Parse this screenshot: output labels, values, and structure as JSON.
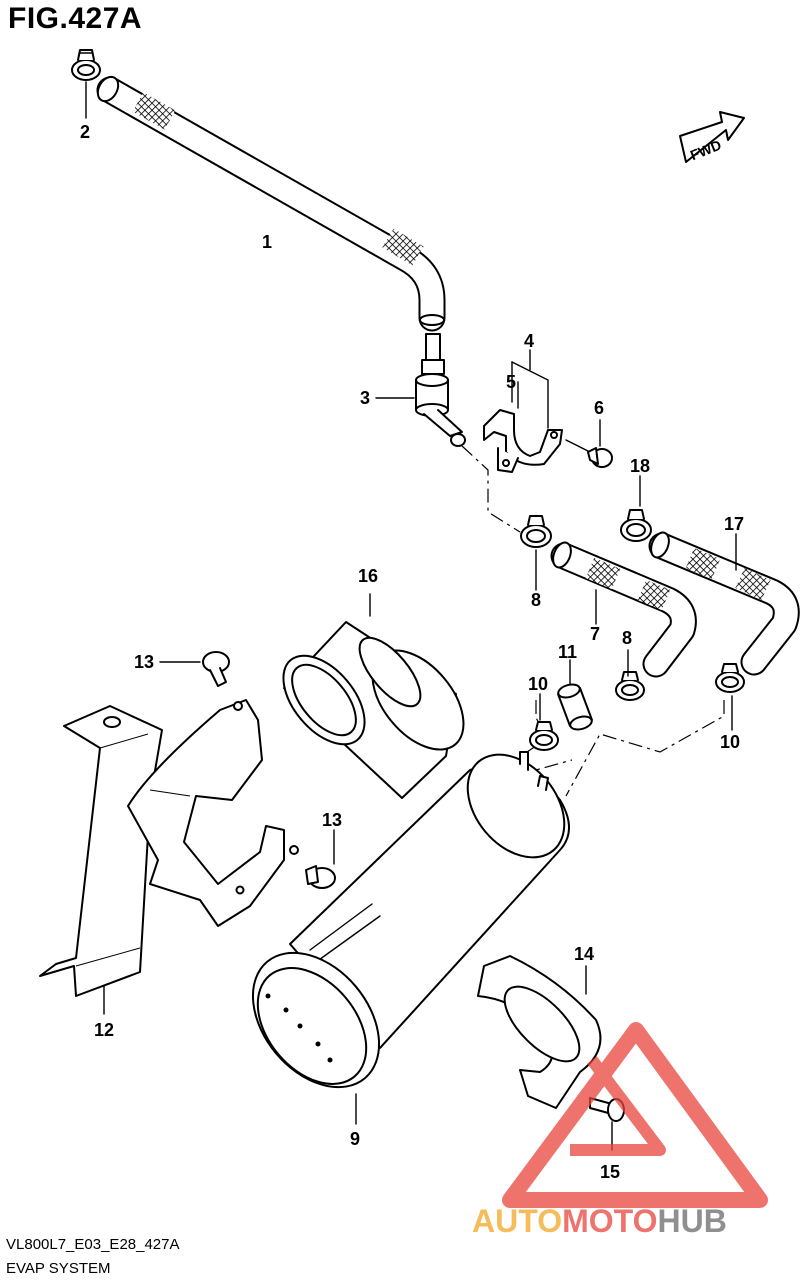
{
  "figure": {
    "title": "FIG.427A"
  },
  "fwd_badge": {
    "label": "FWD"
  },
  "callouts": {
    "c1": "1",
    "c2": "2",
    "c3": "3",
    "c4": "4",
    "c5": "5",
    "c6": "6",
    "c7": "7",
    "c8a": "8",
    "c8b": "8",
    "c9": "9",
    "c10a": "10",
    "c10b": "10",
    "c11": "11",
    "c12": "12",
    "c13a": "13",
    "c13b": "13",
    "c14": "14",
    "c15": "15",
    "c16": "16",
    "c17": "17",
    "c18": "18"
  },
  "watermark": {
    "brand_auto": "AUTO",
    "brand_moto": "MOTO",
    "brand_hub": "HUB",
    "colors": {
      "triangle": "#e8453c",
      "auto": "#f5a623",
      "moto": "#e8453c",
      "hub": "#6a6a6a"
    }
  },
  "footer": {
    "model_code": "VL800L7_E03_E28_427A",
    "system_name": "EVAP SYSTEM"
  }
}
